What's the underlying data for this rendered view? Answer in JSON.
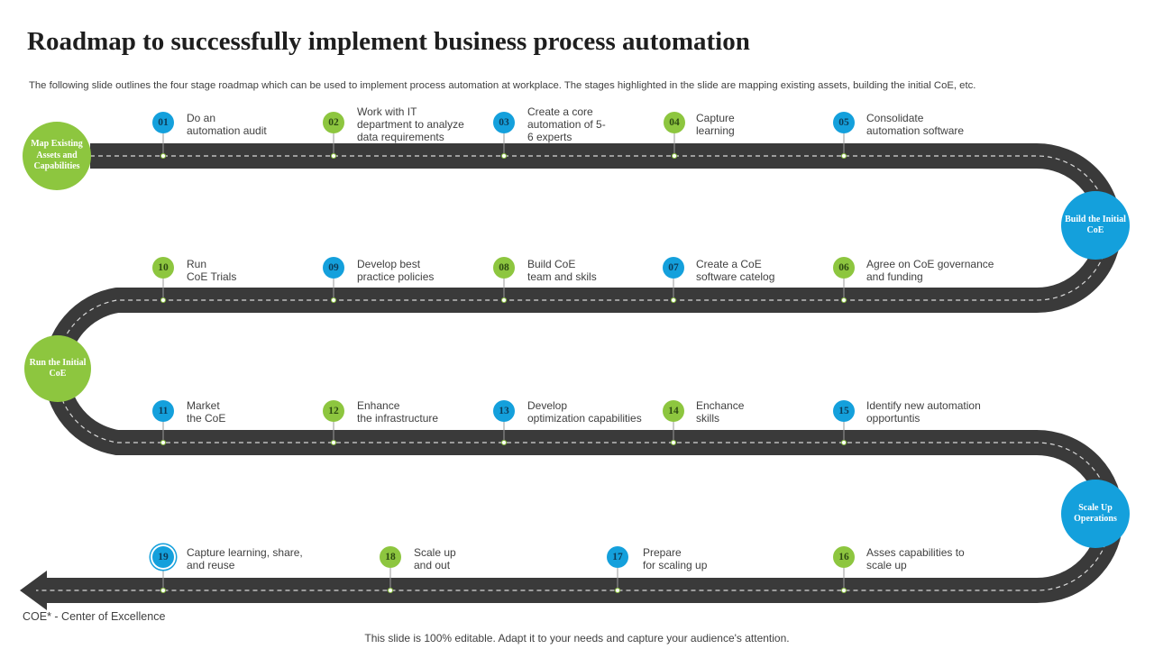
{
  "title": "Roadmap to successfully implement business process automation",
  "subtitle": "The following slide outlines the four stage roadmap which can be used to implement process automation at workplace. The stages highlighted in the slide are mapping existing assets, building the initial CoE, etc.",
  "stages": [
    {
      "label": "Map Existing Assets and Capabilities",
      "color": "#8dc63f"
    },
    {
      "label": "Build the Initial CoE",
      "color": "#14a0dc"
    },
    {
      "label": "Run the Initial CoE",
      "color": "#8dc63f"
    },
    {
      "label": "Scale Up Operations",
      "color": "#14a0dc"
    }
  ],
  "steps": [
    {
      "num": "01",
      "text": "Do an\nautomation audit",
      "color": "#14a0dc"
    },
    {
      "num": "02",
      "text": "Work with IT\ndepartment to analyze\ndata requirements",
      "color": "#8dc63f"
    },
    {
      "num": "03",
      "text": "Create a core\nautomation of 5-\n6 experts",
      "color": "#14a0dc"
    },
    {
      "num": "04",
      "text": "Capture\nlearning",
      "color": "#8dc63f"
    },
    {
      "num": "05",
      "text": "Consolidate\nautomation software",
      "color": "#14a0dc"
    },
    {
      "num": "06",
      "text": "Agree on CoE governance\nand funding",
      "color": "#8dc63f"
    },
    {
      "num": "07",
      "text": "Create a CoE\nsoftware catelog",
      "color": "#14a0dc"
    },
    {
      "num": "08",
      "text": "Build CoE\nteam and skils",
      "color": "#8dc63f"
    },
    {
      "num": "09",
      "text": "Develop best\npractice policies",
      "color": "#14a0dc"
    },
    {
      "num": "10",
      "text": "Run\nCoE Trials",
      "color": "#8dc63f"
    },
    {
      "num": "11",
      "text": "Market\nthe CoE",
      "color": "#14a0dc"
    },
    {
      "num": "12",
      "text": "Enhance\nthe infrastructure",
      "color": "#8dc63f"
    },
    {
      "num": "13",
      "text": "Develop\noptimization capabilities",
      "color": "#14a0dc"
    },
    {
      "num": "14",
      "text": "Enchance\nskills",
      "color": "#8dc63f"
    },
    {
      "num": "15",
      "text": "Identify new automation\nopportuntis",
      "color": "#14a0dc"
    },
    {
      "num": "16",
      "text": "Asses capabilities to\nscale up",
      "color": "#8dc63f"
    },
    {
      "num": "17",
      "text": "Prepare\nfor scaling up",
      "color": "#14a0dc"
    },
    {
      "num": "18",
      "text": "Scale up\nand out",
      "color": "#8dc63f"
    },
    {
      "num": "19",
      "text": "Capture learning,  share,\nand reuse",
      "color": "#14a0dc"
    }
  ],
  "footnote": "COE* - Center of Excellence",
  "footer": "This slide is 100% editable. Adapt it to your needs and capture your audience's attention.",
  "colors": {
    "road": "#3a3a3a",
    "green": "#8dc63f",
    "blue": "#14a0dc"
  }
}
